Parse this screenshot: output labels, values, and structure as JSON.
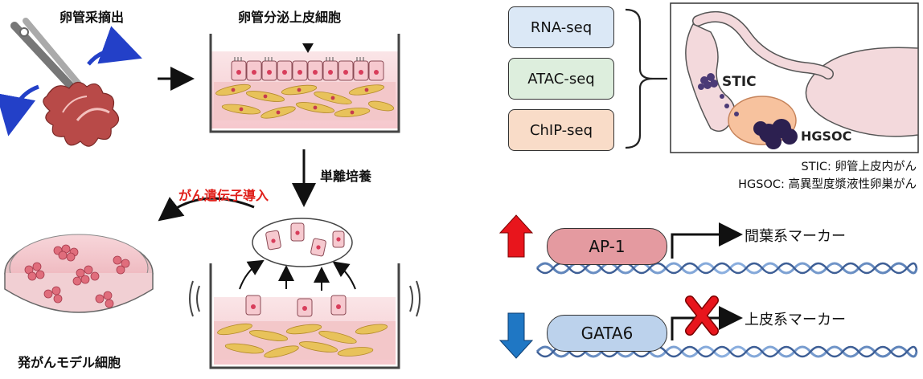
{
  "left": {
    "step_extract": "卵管采摘出",
    "step_epithelium": "卵管分泌上皮細胞",
    "step_isolation": "単離培養",
    "step_oncogene": "がん遺伝子導入",
    "step_model": "発がんモデル細胞"
  },
  "seq": {
    "items": [
      {
        "label": "RNA-seq",
        "fill": "#dbe8f6"
      },
      {
        "label": "ATAC-seq",
        "fill": "#ddeedd"
      },
      {
        "label": "ChIP-seq",
        "fill": "#f9dcc8"
      }
    ]
  },
  "anatomy": {
    "stic": "STIC",
    "hgsoc": "HGSOC"
  },
  "legend": {
    "stic_def": "STIC: 卵管上皮内がん",
    "hgsoc_def": "HGSOC: 高異型度漿液性卵巣がん"
  },
  "regulation": {
    "up_factor": "AP-1",
    "up_target": "間葉系マーカー",
    "down_factor": "GATA6",
    "down_target": "上皮系マーカー",
    "colors": {
      "up": "#e8151c",
      "down": "#1f77c4",
      "ap1_fill": "#e49aa0",
      "gata6_fill": "#bcd2ec"
    }
  }
}
